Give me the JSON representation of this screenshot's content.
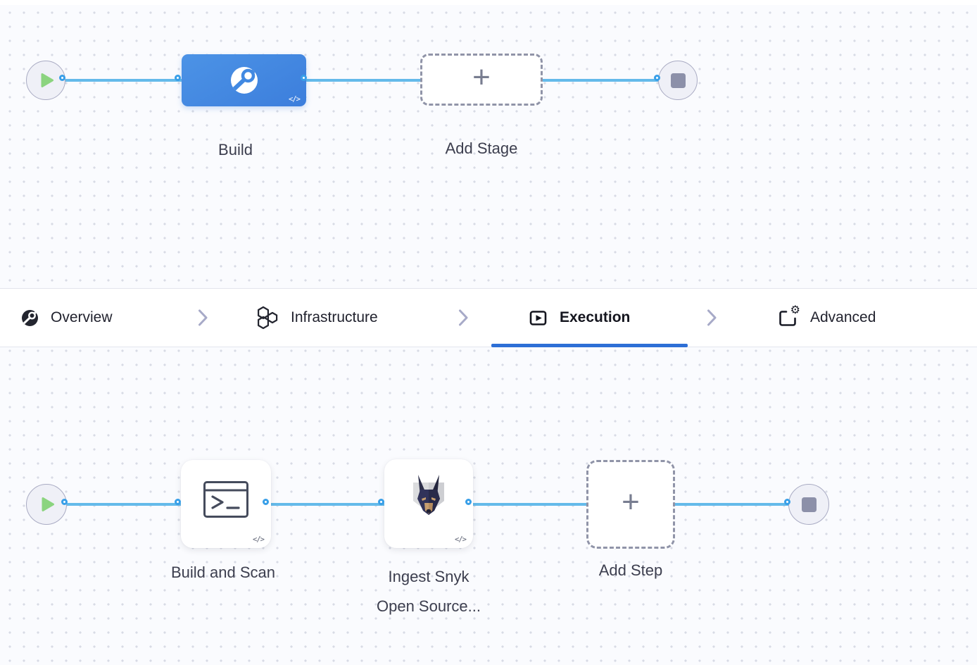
{
  "stage_canvas": {
    "build_stage": {
      "label": "Build",
      "code_badge": "</>",
      "icon": "ci-build-icon"
    },
    "add_stage": {
      "label": "Add Stage",
      "plus_glyph": "+"
    }
  },
  "tabbar": {
    "tabs": [
      {
        "label": "Overview",
        "icon": "ci-overview-icon",
        "active": false
      },
      {
        "label": "Infrastructure",
        "icon": "hexagons-icon",
        "active": false
      },
      {
        "label": "Execution",
        "icon": "play-square-icon",
        "active": true
      },
      {
        "label": "Advanced",
        "icon": "template-gear-icon",
        "active": false
      }
    ],
    "gear_glyph": "⚙",
    "active_underline_color": "#2D6FD6"
  },
  "execution_canvas": {
    "steps": [
      {
        "label": "Build and Scan",
        "icon": "terminal-icon",
        "code_badge": "</>"
      },
      {
        "label_line1": "Ingest Snyk",
        "label_line2": "Open Source...",
        "icon": "snyk-dog-icon",
        "code_badge": "</>"
      },
      {
        "label": "Add Step",
        "icon": "plus-icon",
        "plus_glyph": "+"
      }
    ]
  },
  "colors": {
    "canvas_bg": "#FAFBFE",
    "grid_dot": "#D8DBE5",
    "connector_line": "#64BAEA",
    "connector_dot_ring": "#389FE8",
    "stage_blue": "#4189E2",
    "dashed_border": "#9094A8",
    "terminal_circle_fill": "#EFF0F7",
    "start_triangle_green": "#8BD47F",
    "end_square_gray": "#8C90A9",
    "active_tab_underline": "#2D6FD6"
  }
}
